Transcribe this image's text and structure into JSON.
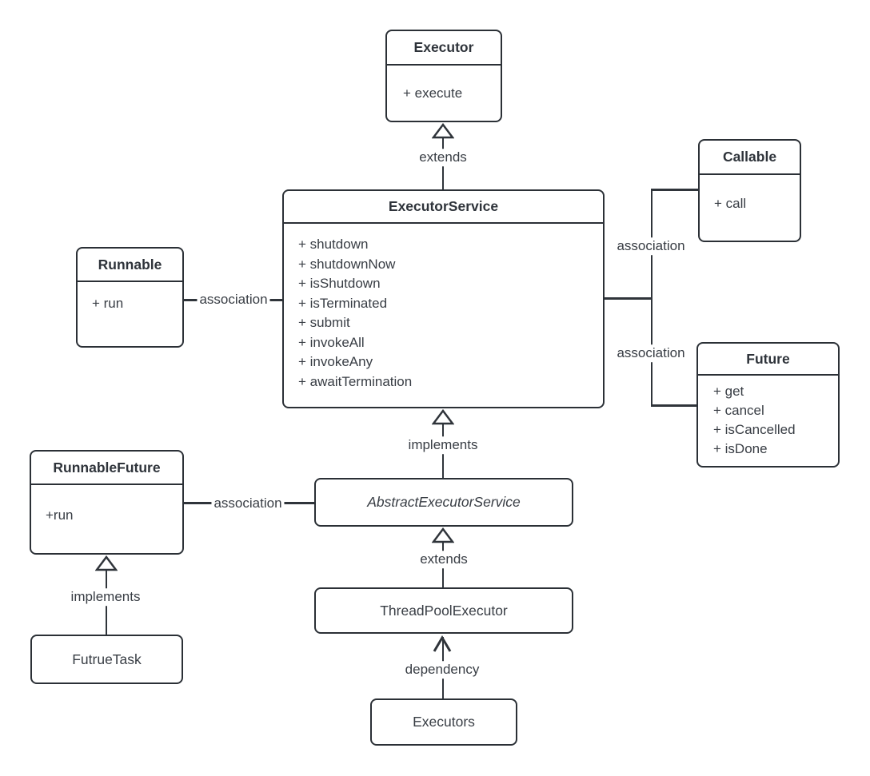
{
  "colors": {
    "line": "#2f343a",
    "text": "#383d44",
    "border": "#2b3036",
    "background": "#ffffff"
  },
  "classes": {
    "executor": {
      "name": "Executor",
      "methods": [
        "+ execute"
      ]
    },
    "executor_service": {
      "name": "ExecutorService",
      "methods": [
        "+ shutdown",
        "+ shutdownNow",
        "+ isShutdown",
        "+ isTerminated",
        "+ submit",
        "+ invokeAll",
        "+ invokeAny",
        "+ awaitTermination"
      ]
    },
    "callable": {
      "name": "Callable",
      "methods": [
        "+ call"
      ]
    },
    "runnable": {
      "name": "Runnable",
      "methods": [
        "+ run"
      ]
    },
    "future": {
      "name": "Future",
      "methods": [
        "+ get",
        "+ cancel",
        "+ isCancelled",
        "+ isDone"
      ]
    },
    "runnable_future": {
      "name": "RunnableFuture",
      "methods": [
        "+run"
      ]
    },
    "abstract_executor_service": {
      "name": "AbstractExecutorService"
    },
    "thread_pool_executor": {
      "name": "ThreadPoolExecutor"
    },
    "futrue_task": {
      "name": "FutrueTask"
    },
    "executors": {
      "name": "Executors"
    }
  },
  "relationships": {
    "extends_top": "extends",
    "implements_center": "implements",
    "extends_bottom": "extends",
    "dependency_bottom": "dependency",
    "implements_left": "implements",
    "association_runnable": "association",
    "association_runnable_future": "association",
    "association_callable": "association",
    "association_future": "association"
  }
}
